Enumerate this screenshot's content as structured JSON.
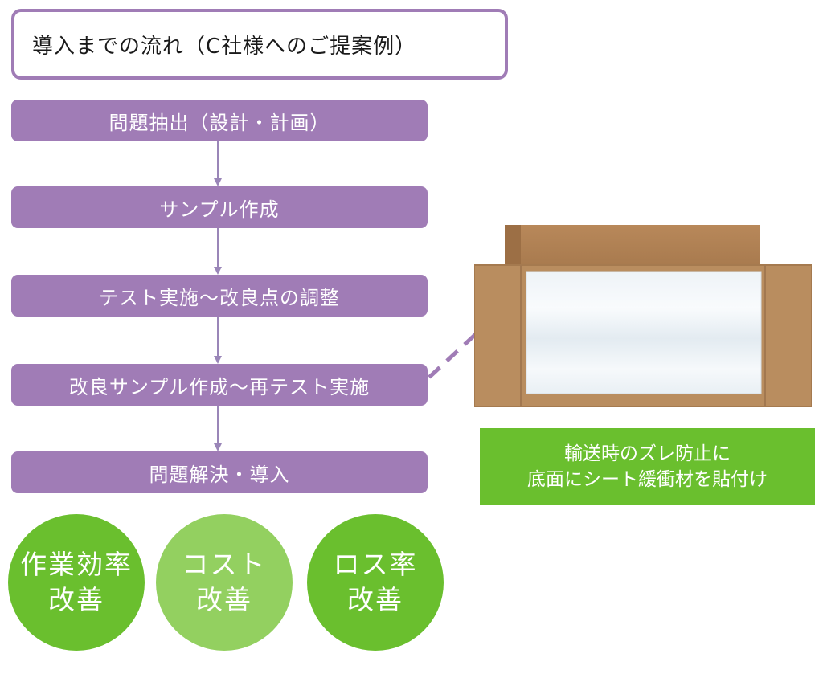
{
  "title": "導入までの流れ（C社様へのご提案例）",
  "steps": [
    "問題抽出（設計・計画）",
    "サンプル作成",
    "テスト実施～改良点の調整",
    "改良サンプル作成～再テスト実施",
    "問題解決・導入"
  ],
  "caption": {
    "line1": "輸送時のズレ防止に",
    "line2": "底面にシート緩衝材を貼付け"
  },
  "results": [
    {
      "line1": "作業効率",
      "line2": "改善",
      "color": "#6abf2e"
    },
    {
      "line1": "コスト",
      "line2": "改善",
      "color": "#93d060"
    },
    {
      "line1": "ロス率",
      "line2": "改善",
      "color": "#6abf2e"
    }
  ],
  "colors": {
    "accent_purple": "#a07cb6",
    "accent_green": "#6abf2e",
    "light_green": "#93d060"
  }
}
